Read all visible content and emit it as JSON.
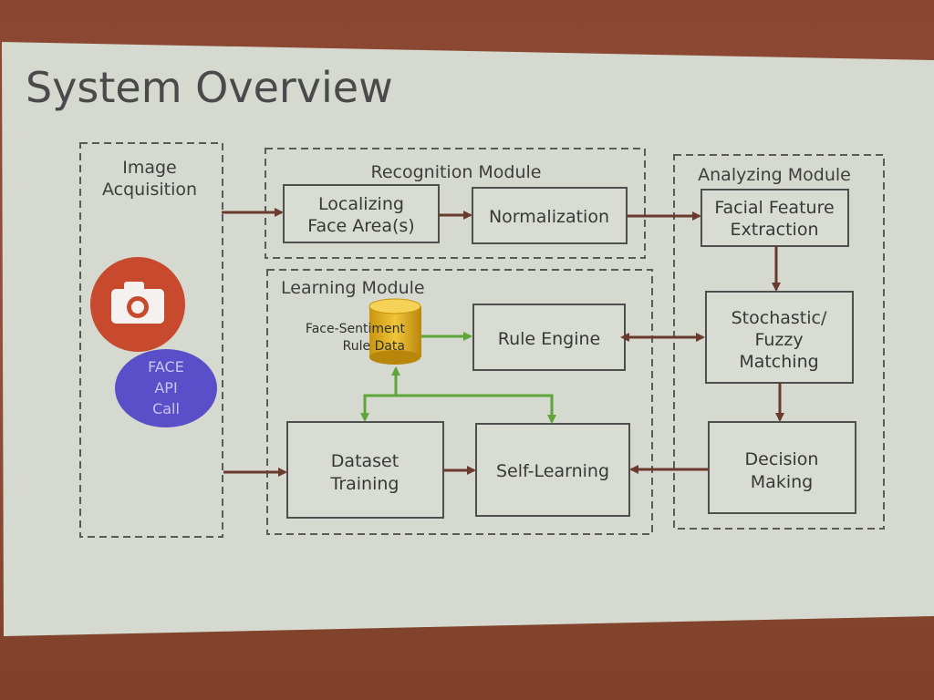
{
  "slide": {
    "title": "System Overview"
  },
  "groups": {
    "image_acquisition": {
      "label_line1": "Image",
      "label_line2": "Acquisition",
      "face_api_line1": "FACE",
      "face_api_line2": "API",
      "face_api_line3": "Call"
    },
    "recognition": {
      "label": "Recognition Module",
      "localizing_line1": "Localizing",
      "localizing_line2": "Face Area(s)",
      "normalization": "Normalization"
    },
    "analyzing": {
      "label": "Analyzing Module",
      "feature_line1": "Facial Feature",
      "feature_line2": "Extraction",
      "matching_line1": "Stochastic/",
      "matching_line2": "Fuzzy",
      "matching_line3": "Matching",
      "decision_line1": "Decision",
      "decision_line2": "Making"
    },
    "learning": {
      "label": "Learning Module",
      "db_line1": "Face-Sentiment",
      "db_line2": "Rule Data",
      "rule_engine": "Rule Engine",
      "dataset_line1": "Dataset",
      "dataset_line2": "Training",
      "self_learning": "Self-Learning"
    }
  },
  "colors": {
    "camera_circle": "#c7492e",
    "face_api_circle": "#5b4fc9",
    "database": "#e3b21f",
    "arrow_dark": "#6b3a2e",
    "arrow_green": "#5fa53a"
  }
}
